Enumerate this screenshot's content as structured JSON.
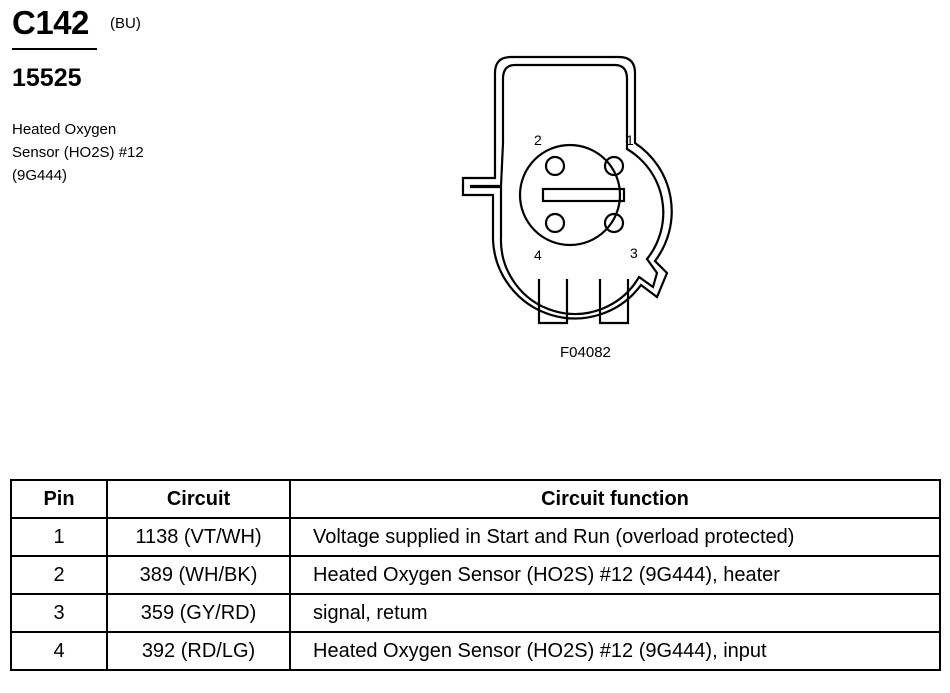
{
  "connector": {
    "id": "C142",
    "color_code": "(BU)",
    "part_number": "15525",
    "description_lines": [
      "Heated Oxygen",
      "Sensor (HO2S) #12",
      "(9G444)"
    ]
  },
  "diagram": {
    "figure_id": "F04082",
    "pin_labels": [
      "1",
      "2",
      "3",
      "4"
    ]
  },
  "table": {
    "headers": [
      "Pin",
      "Circuit",
      "Circuit function"
    ],
    "rows": [
      {
        "pin": "1",
        "circuit": "1138 (VT/WH)",
        "function": "Voltage supplied in Start and Run (overload protected)"
      },
      {
        "pin": "2",
        "circuit": "389 (WH/BK)",
        "function": "Heated Oxygen Sensor (HO2S) #12 (9G444), heater"
      },
      {
        "pin": "3",
        "circuit": "359 (GY/RD)",
        "function": "signal, retum"
      },
      {
        "pin": "4",
        "circuit": "392 (RD/LG)",
        "function": "Heated Oxygen Sensor (HO2S) #12 (9G444), input"
      }
    ]
  }
}
